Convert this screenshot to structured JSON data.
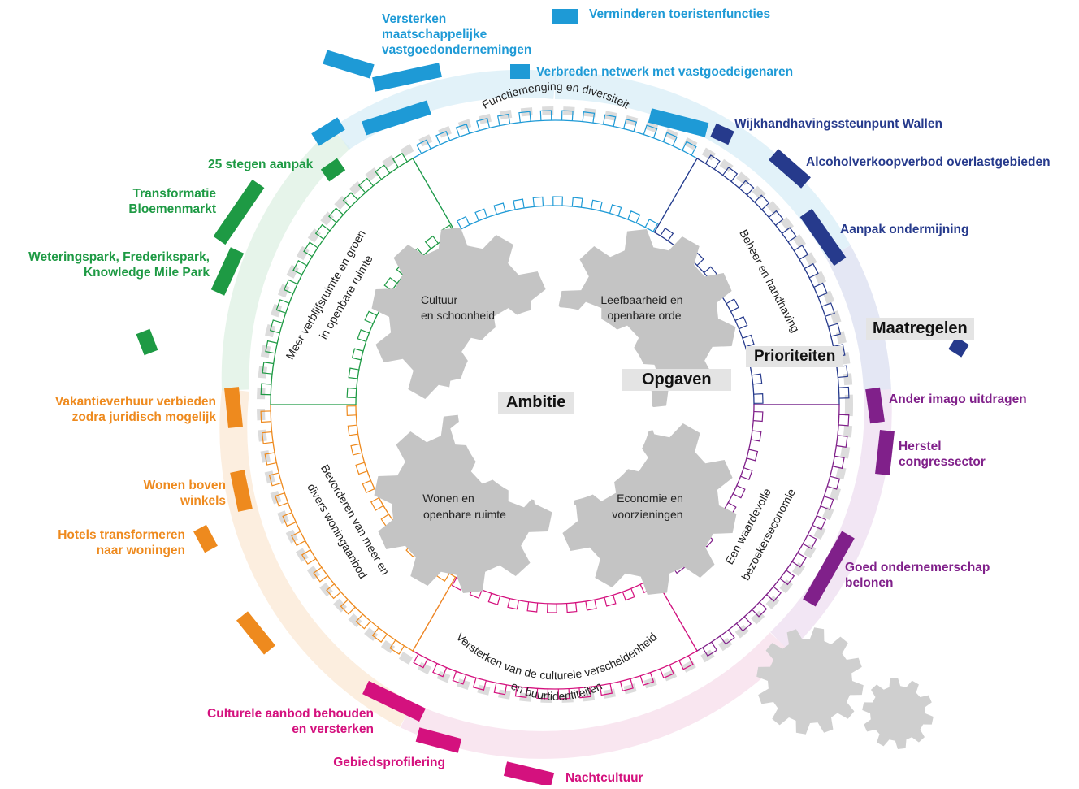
{
  "center": {
    "ambitie": "Ambitie",
    "opgaven": "Opgaven",
    "prioriteiten": "Prioriteiten",
    "maatregelen": "Maatregelen"
  },
  "gears": {
    "cultuur": [
      "Cultuur",
      "en schoonheid"
    ],
    "leefbaarheid": [
      "Leefbaarheid en",
      "openbare orde"
    ],
    "wonen": [
      "Wonen en",
      "openbare ruimte"
    ],
    "economie": [
      "Economie en",
      "voorzieningen"
    ]
  },
  "priorities": {
    "functiemenging": "Functiemenging en diversiteit",
    "beheer": "Beheer en handhaving",
    "verblijf_1": "Meer verblijfsruimte en groen",
    "verblijf_2": "in openbare ruimte",
    "woning_1": "Bevorderen van meer en",
    "woning_2": "divers woningaanbod",
    "economie_1": "Een waardevolle",
    "economie_2": "bezoekerseconomie",
    "cultureel_1": "Versterken van de culturele verscheidenheid",
    "cultureel_2": "en buurtidentiteiten"
  },
  "measures": {
    "light_blue": [
      [
        "Versterken",
        "maatschappelijke",
        "vastgoedondernemingen"
      ],
      [
        "Verminderen toeristenfuncties"
      ],
      [
        "Verbreden netwerk met vastgoedeigenaren"
      ]
    ],
    "dark_blue": [
      [
        "Wijkhandhavingssteunpunt Wallen"
      ],
      [
        "Alcoholverkoopverbod overlastgebieden"
      ],
      [
        "Aanpak ondermijning"
      ]
    ],
    "purple": [
      [
        "Ander imago uitdragen"
      ],
      [
        "Herstel",
        "congressector"
      ],
      [
        "Goed ondernemerschap",
        "belonen"
      ]
    ],
    "magenta": [
      [
        "Culturele aanbod behouden",
        "en versterken"
      ],
      [
        "Gebiedsprofilering"
      ],
      [
        "Nachtcultuur"
      ]
    ],
    "orange": [
      [
        "Vakantieverhuur verbieden",
        "zodra juridisch mogelijk"
      ],
      [
        "Wonen boven",
        "winkels"
      ],
      [
        "Hotels transformeren",
        "naar woningen"
      ]
    ],
    "green": [
      [
        "25 stegen aanpak"
      ],
      [
        "Transformatie",
        "Bloemenmarkt"
      ],
      [
        "Weteringspark,  Frederikspark,",
        "Knowledge Mile Park"
      ]
    ]
  },
  "colors": {
    "light_blue": "#1e9ad6",
    "dark_blue": "#263a8c",
    "purple": "#80208a",
    "magenta": "#d4117e",
    "orange": "#ee8a1e",
    "green": "#1e9a44",
    "gear": "#c4c4c4",
    "label_bg": "#e4e4e4"
  }
}
